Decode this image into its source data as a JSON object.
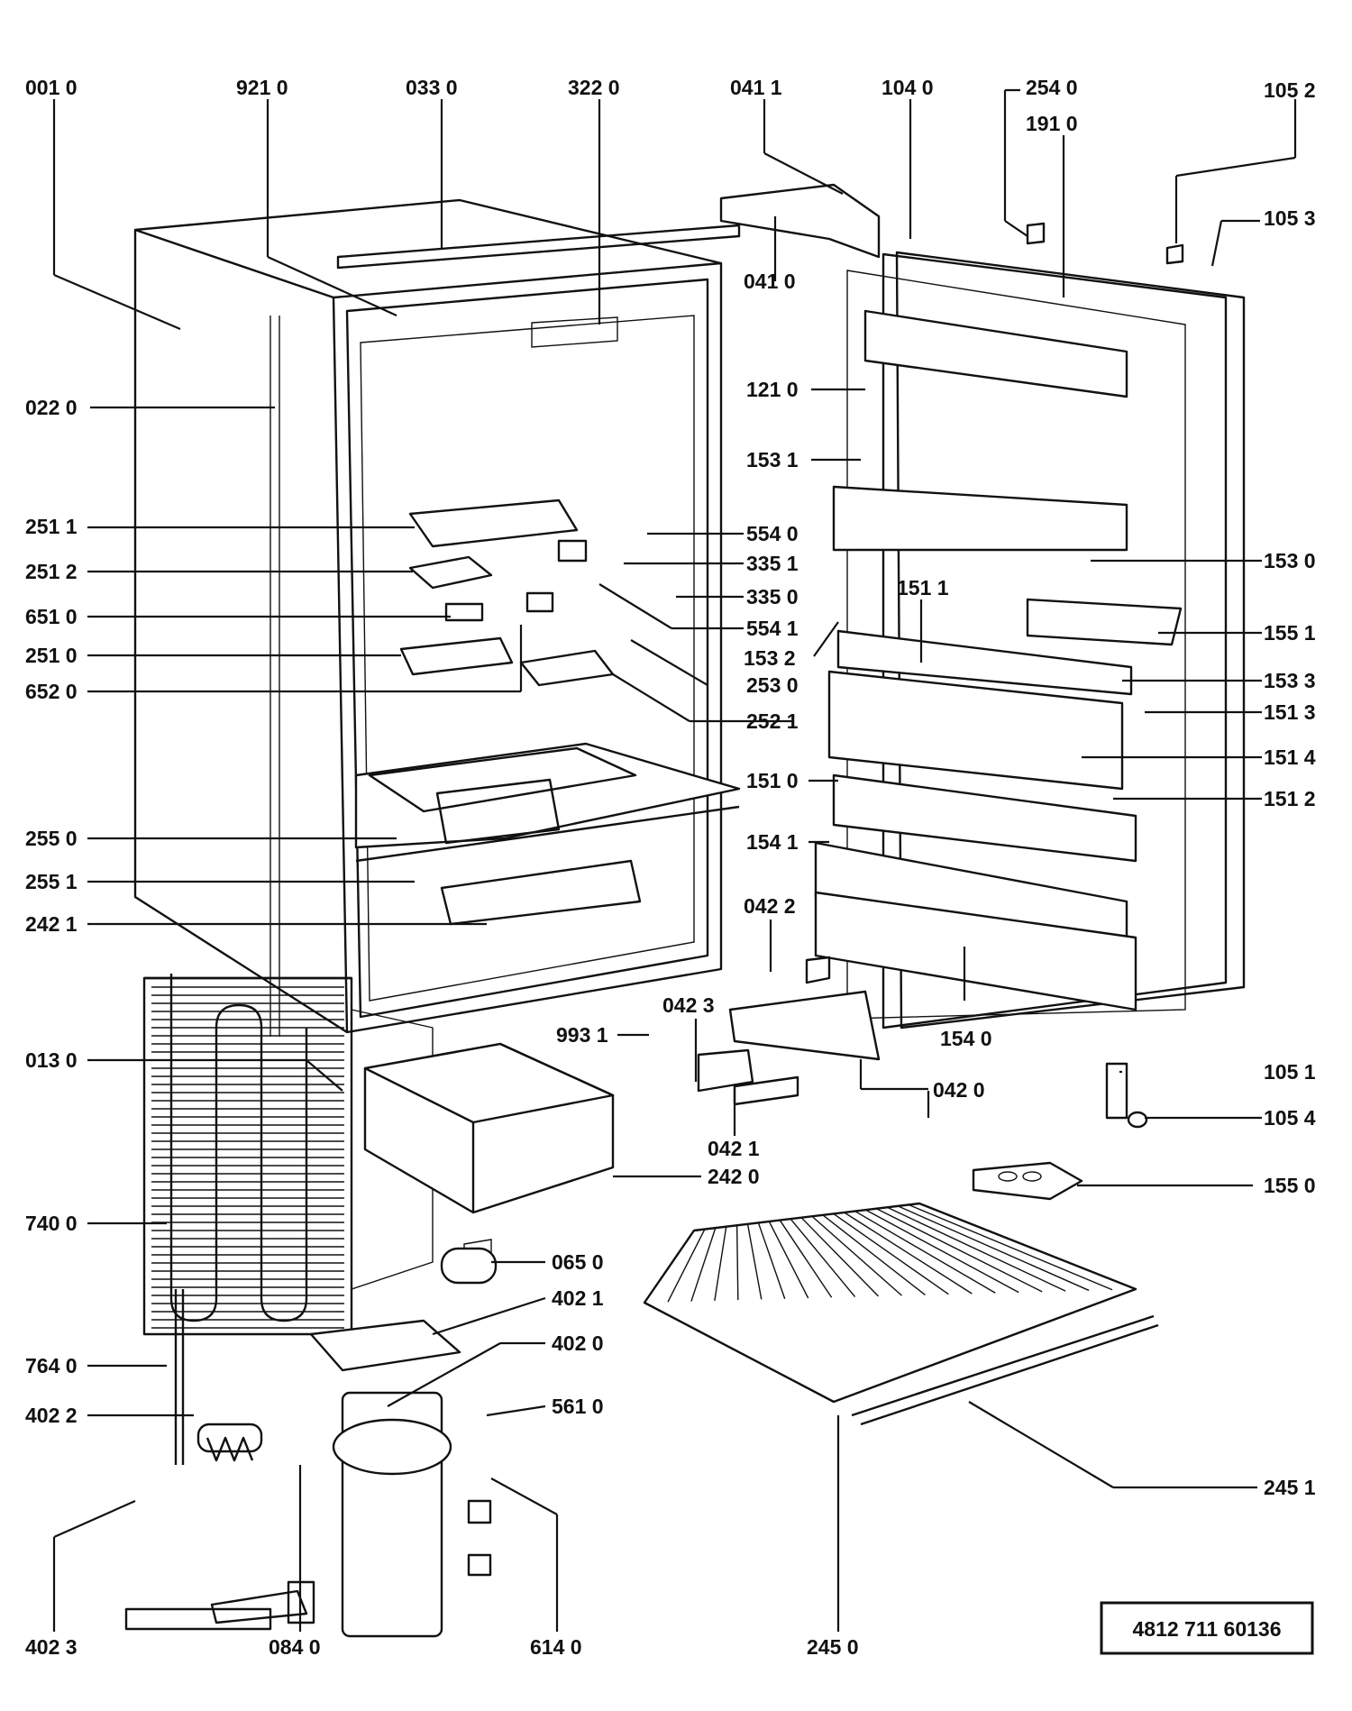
{
  "labels": {
    "l0010": "001 0",
    "l9210": "921 0",
    "l0330": "033 0",
    "l3220": "322 0",
    "l0411": "041 1",
    "l1040": "104 0",
    "l2540": "254 0",
    "l1910": "191 0",
    "l1052": "105 2",
    "l1053": "105 3",
    "l0410": "041 0",
    "l0220": "022 0",
    "l1210": "121 0",
    "l1531": "153 1",
    "l2511": "251 1",
    "l5540": "554 0",
    "l2512": "251 2",
    "l3351": "335 1",
    "l1530": "153 0",
    "l6510": "651 0",
    "l3350": "335 0",
    "l1511": "151 1",
    "l5541": "554 1",
    "l1551": "155 1",
    "l2510": "251 0",
    "l1532": "153 2",
    "l2530": "253 0",
    "l1533": "153 3",
    "l6520": "652 0",
    "l2521": "252 1",
    "l1513": "151 3",
    "l1514": "151 4",
    "l1510": "151 0",
    "l2550": "255 0",
    "l1512": "151 2",
    "l1541": "154 1",
    "l2551": "255 1",
    "l0422": "042 2",
    "l2421": "242 1",
    "l0423": "042 3",
    "l9931": "993 1",
    "l1540": "154 0",
    "l0130": "013 0",
    "l0420": "042 0",
    "l1051": "105 1",
    "l0421": "042 1",
    "l1054": "105 4",
    "l2420": "242 0",
    "l1550": "155 0",
    "l7400": "740 0",
    "l0650": "065 0",
    "l4021": "402 1",
    "l4020": "402 0",
    "l7640": "764 0",
    "l5610": "561 0",
    "l4022": "402 2",
    "l2451": "245 1",
    "l4023": "402 3",
    "l0840": "084 0",
    "l6140": "614 0",
    "l2450": "245 0"
  },
  "reference": "4812 711 60136"
}
